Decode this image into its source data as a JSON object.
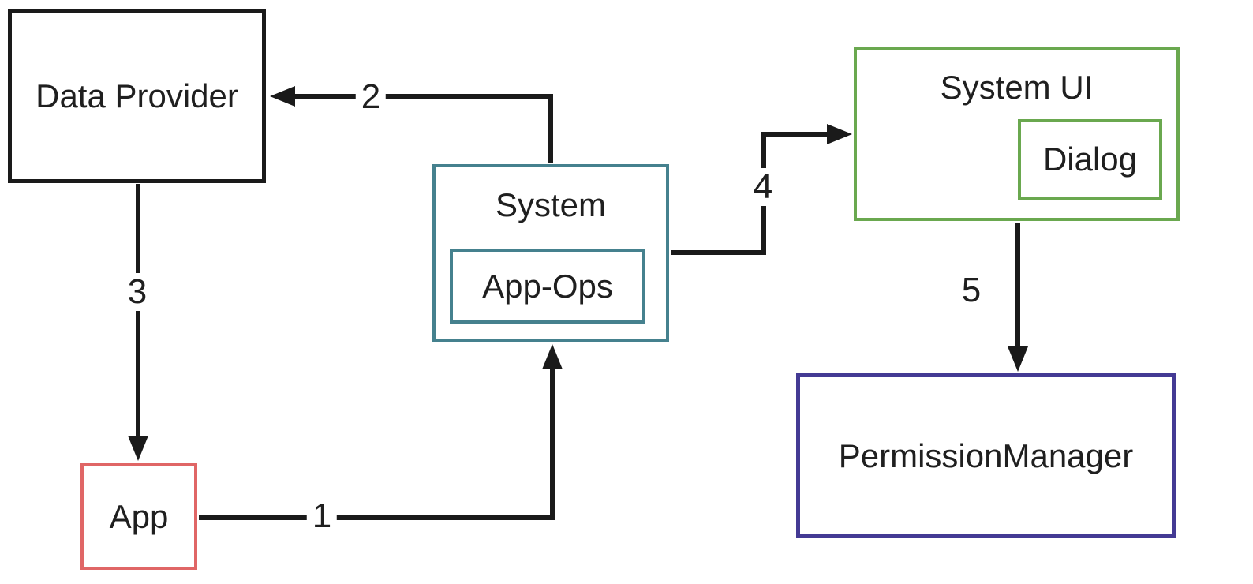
{
  "diagram": {
    "background_color": "#ffffff",
    "arrow_color": "#1a1a1a",
    "nodes": {
      "data_provider": {
        "label": "Data Provider",
        "border_color": "#1a1a1a"
      },
      "system": {
        "label": "System",
        "border_color": "#45818e"
      },
      "app_ops": {
        "label": "App-Ops",
        "border_color": "#45818e"
      },
      "system_ui": {
        "label": "System UI",
        "border_color": "#6aa84f"
      },
      "dialog": {
        "label": "Dialog",
        "border_color": "#6aa84f"
      },
      "app": {
        "label": "App",
        "border_color": "#e06666"
      },
      "permission_manager": {
        "label": "PermissionManager",
        "border_color": "#443a94"
      }
    },
    "edges": [
      {
        "label": "1",
        "from": "App",
        "to": "System"
      },
      {
        "label": "2",
        "from": "System",
        "to": "Data Provider"
      },
      {
        "label": "3",
        "from": "Data Provider",
        "to": "App"
      },
      {
        "label": "4",
        "from": "System",
        "to": "System UI"
      },
      {
        "label": "5",
        "from": "System UI",
        "to": "PermissionManager"
      }
    ]
  }
}
